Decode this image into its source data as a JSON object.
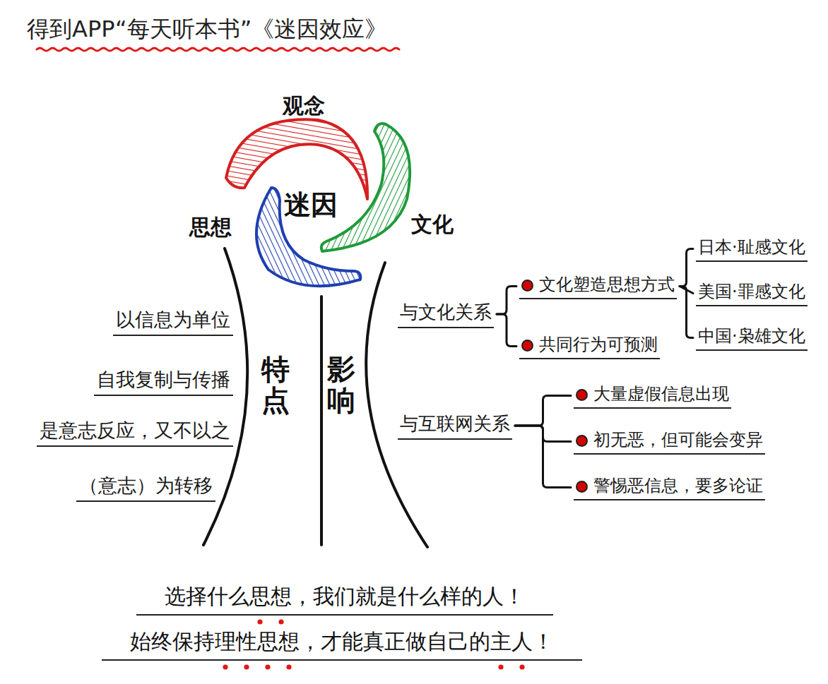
{
  "diagram": {
    "title": "得到APP“每天听本书”《迷因效应》",
    "nodes": [
      {
        "text": [
          "迷因"
        ]
      },
      {
        "text": [
          "特点"
        ]
      },
      {
        "text": [
          "以信息为单位"
        ]
      },
      {
        "text": [
          "自我复制与传播"
        ]
      },
      {
        "text": [
          "是意志反应，又不以之"
        ]
      },
      {
        "text": [
          "（意志）为转移"
        ]
      },
      {
        "text": [
          "影响"
        ]
      },
      {
        "text": [
          "与文化关系"
        ]
      },
      {
        "text": [
          "文化塑造思想方式"
        ]
      },
      {
        "text": [
          "日本·耻感文化"
        ]
      },
      {
        "text": [
          "美国·罪感文化"
        ]
      },
      {
        "text": [
          "中国·枭雄文化"
        ]
      },
      {
        "text": [
          "共同行为可预测"
        ]
      },
      {
        "text": [
          "与互联网关系"
        ]
      },
      {
        "text": [
          "大量虚假信息出现"
        ]
      },
      {
        "text": [
          "初无恶，但可能会变异"
        ]
      },
      {
        "text": [
          "警惕恶信息，要多论证"
        ]
      }
    ],
    "edges": [
      {
        "from": 7,
        "to": 8,
        "arrow": "none"
      },
      {
        "from": 7,
        "to": 12,
        "arrow": "none"
      },
      {
        "from": 8,
        "to": 9,
        "arrow": "none"
      },
      {
        "from": 8,
        "to": 10,
        "arrow": "none"
      },
      {
        "from": 8,
        "to": 11,
        "arrow": "none"
      },
      {
        "from": 13,
        "to": 14,
        "arrow": "none"
      },
      {
        "from": 13,
        "to": 15,
        "arrow": "none"
      },
      {
        "from": 13,
        "to": 16,
        "arrow": "none"
      }
    ],
    "labels": [
      "观念",
      "思想",
      "文化",
      "选择什么思想，我们就是什么样的人！",
      "始终保持理性思想，才能真正做自己的主人！"
    ]
  }
}
